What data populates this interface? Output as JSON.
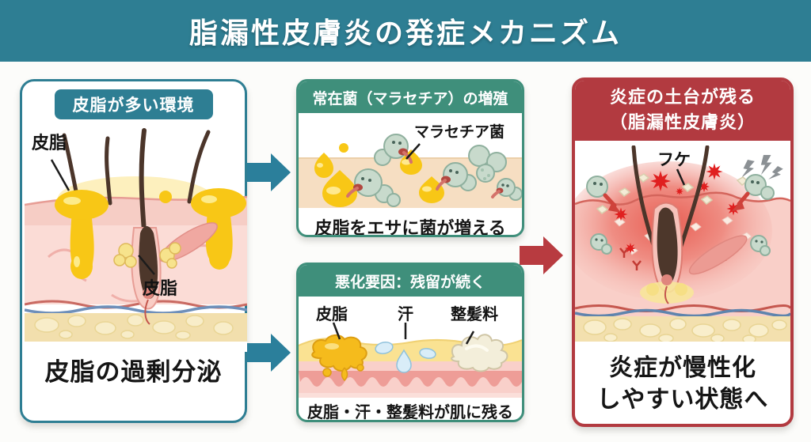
{
  "title": "脂漏性皮膚炎の発症メカニズム",
  "colors": {
    "teal": "#2e7e93",
    "green": "#3f8f7b",
    "red": "#b23a40",
    "arrow_teal": "#2b7f9b",
    "arrow_red": "#b83b40",
    "sebum_yellow": "#f8c716",
    "skin_pink": "#f9d6d0",
    "bacteria_green": "#c8dacc",
    "inflammation_red": "#e01f1f"
  },
  "panels": {
    "left": {
      "header": "皮脂が多い環境",
      "label_sebum_surface": "皮脂",
      "label_sebum_gland": "皮脂",
      "caption": "皮脂の過剰分泌"
    },
    "mid_top": {
      "header": "常在菌（マラセチア）の増殖",
      "label_malassezia": "マラセチア菌",
      "caption": "皮脂をエサに菌が増える"
    },
    "mid_bottom": {
      "header": "悪化要因：残留が続く",
      "label_sebum": "皮脂",
      "label_sweat": "汗",
      "label_styling": "整髪料",
      "caption": "皮脂・汗・整髪料が肌に残る"
    },
    "right": {
      "header_line1": "炎症の土台が残る",
      "header_line2": "（脂漏性皮膚炎）",
      "label_dandruff": "フケ",
      "caption_line1": "炎症が慢性化",
      "caption_line2": "しやすい状態へ"
    }
  }
}
